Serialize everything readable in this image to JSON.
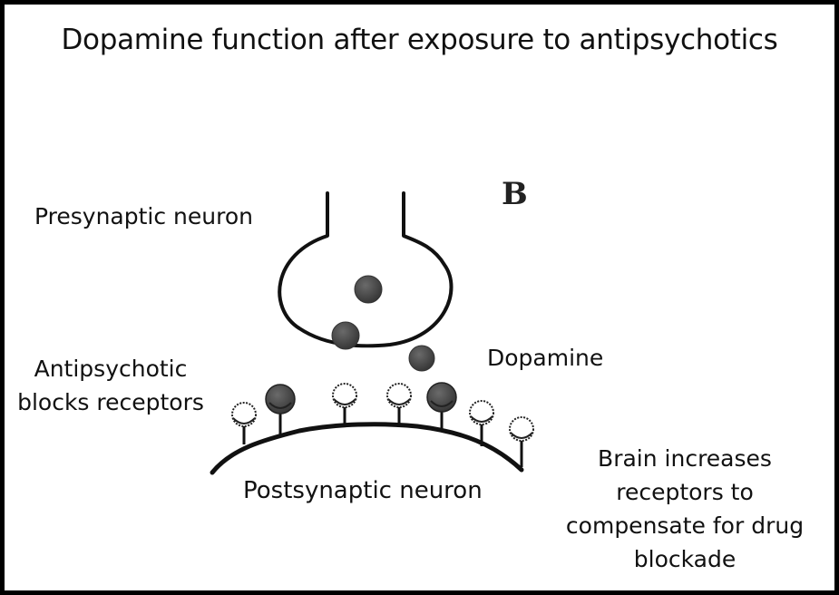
{
  "title": "Dopamine function after exposure to antipsychotics",
  "panel_letter": "B",
  "labels": {
    "presynaptic": "Presynaptic neuron",
    "antipsychotic_line1": "Antipsychotic",
    "antipsychotic_line2": "blocks receptors",
    "dopamine": "Dopamine",
    "postsynaptic": "Postsynaptic neuron",
    "brain_line1": "Brain increases",
    "brain_line2": "receptors to",
    "brain_line3": "compensate for drug",
    "brain_line4": "blockade"
  },
  "receptors": [
    {
      "state": "empty"
    },
    {
      "state": "blocked"
    },
    {
      "state": "empty"
    },
    {
      "state": "empty"
    },
    {
      "state": "blocked"
    },
    {
      "state": "empty"
    },
    {
      "state": "empty"
    }
  ],
  "vesicles_in_presynaptic": 2,
  "free_dopamine_molecules": 1,
  "colors": {
    "line": "#111111",
    "filled_molecule": "#4a4a4a",
    "background": "#ffffff"
  }
}
